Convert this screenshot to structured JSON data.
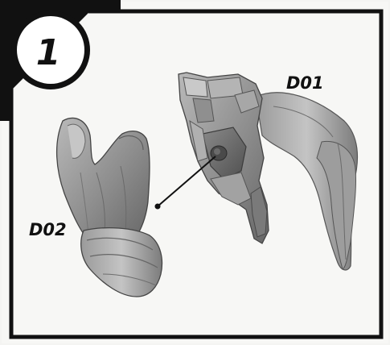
{
  "step": {
    "number": "1"
  },
  "parts": [
    {
      "id": "d01",
      "label": "D01"
    },
    {
      "id": "d02",
      "label": "D02"
    }
  ]
}
